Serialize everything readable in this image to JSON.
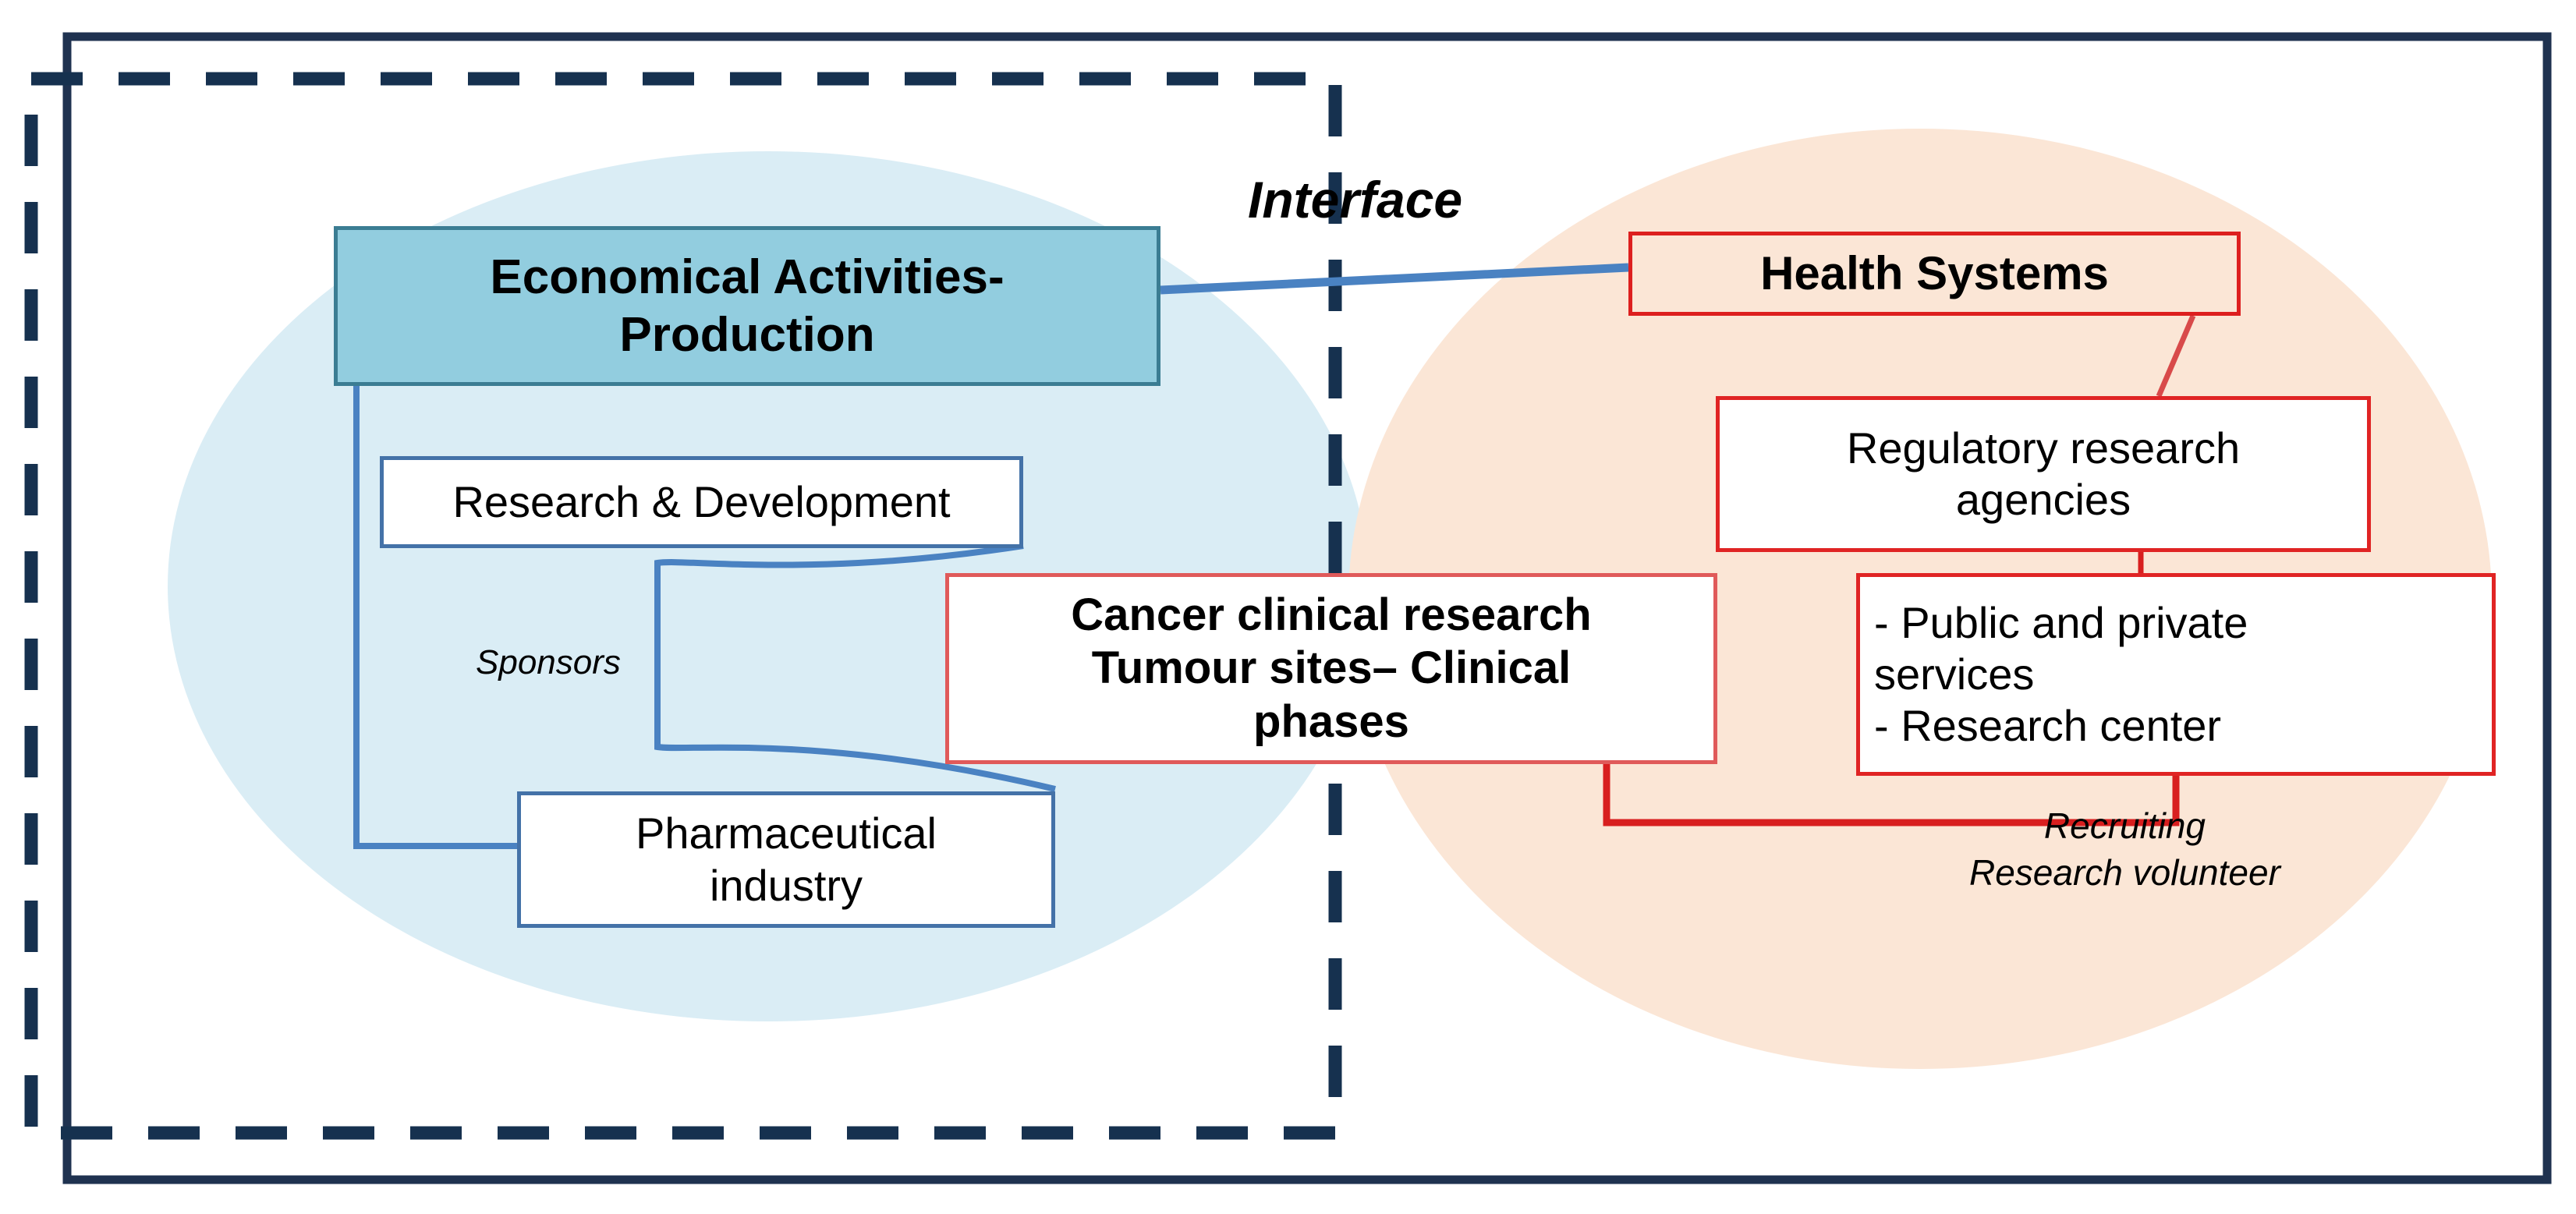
{
  "diagram": {
    "title_label": "Interface",
    "left_region": {
      "name": "Economical Activities sphere",
      "fill_color": "#daedf5",
      "header": "Economical Activities-\nProduction",
      "nodes": [
        {
          "id": "research-development",
          "label": "Research & Development"
        },
        {
          "id": "pharmaceutical-industry",
          "label": "Pharmaceutical\nindustry"
        }
      ],
      "edge_labels": [
        "Sponsors"
      ]
    },
    "center_node": {
      "id": "cancer-clinical-research",
      "label": "Cancer clinical research\nTumour sites– Clinical\nphases"
    },
    "right_region": {
      "name": "Health Systems sphere",
      "fill_color": "#fbe6d6",
      "header": "Health Systems",
      "nodes": [
        {
          "id": "regulatory-research-agencies",
          "label": "Regulatory research\nagencies"
        },
        {
          "id": "public-private-services",
          "label": "- Public and private\nservices\n- Research center"
        }
      ],
      "edge_labels": [
        "Recruiting\nResearch volunteer"
      ]
    },
    "colors": {
      "outer_frame": "#1f3250",
      "dashed_frame": "#16314f",
      "left_accent": "#4472a8",
      "left_header_fill": "#92cddf",
      "left_header_border": "#3b7d93",
      "left_ellipse": "#daedf5",
      "right_accent": "#dd1f1f",
      "right_ellipse": "#fbe6d6",
      "connector_blue": "#4a82c2",
      "connector_red": "#d81f1f"
    }
  }
}
